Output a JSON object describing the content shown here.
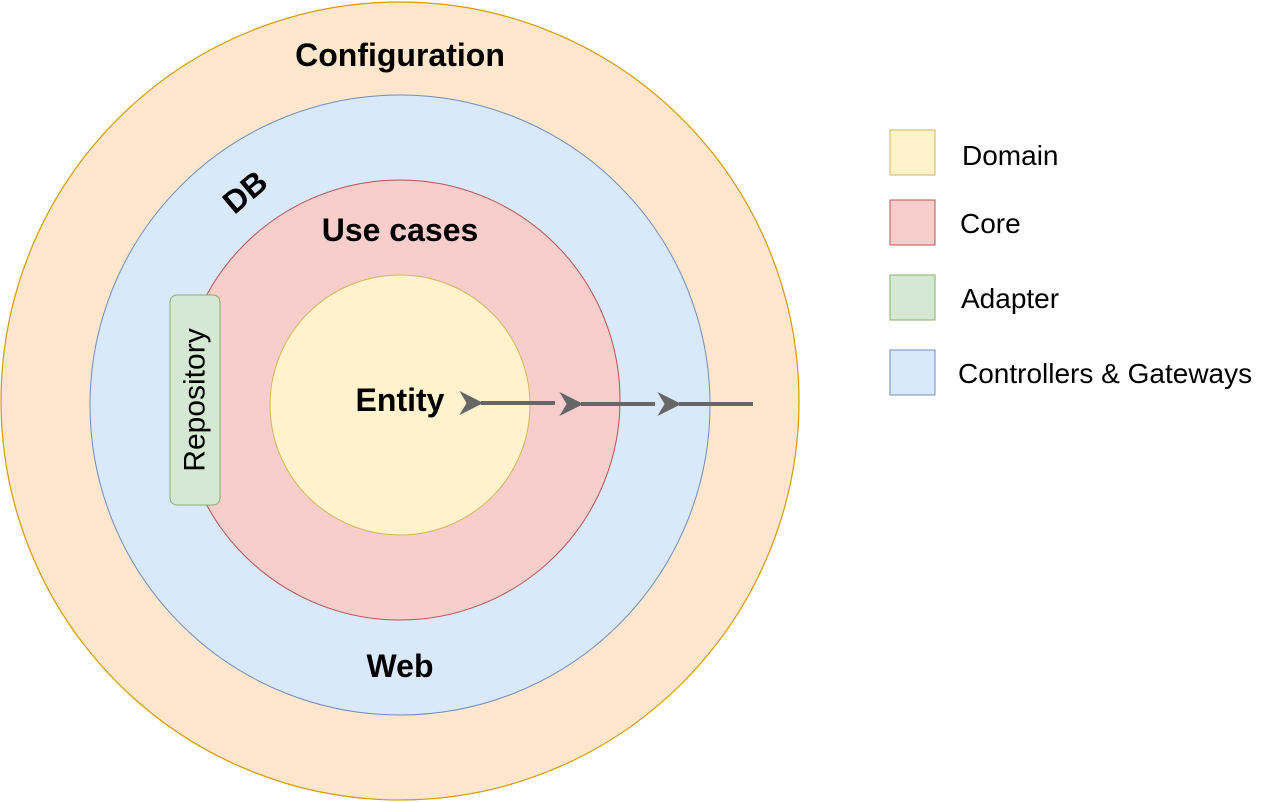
{
  "colors": {
    "configuration_fill": "#ffe6cc",
    "configuration_stroke": "#d79b00",
    "controllers_fill": "#dae8fc",
    "controllers_stroke": "#6c8ebf",
    "core_fill": "#f8cecc",
    "core_stroke": "#b85450",
    "domain_fill": "#fff2cc",
    "domain_stroke": "#d6b656",
    "adapter_fill": "#d5e8d4",
    "adapter_stroke": "#82b366",
    "arrow": "#666666"
  },
  "rings": {
    "configuration": {
      "label": "Configuration"
    },
    "db": {
      "label": "DB"
    },
    "web": {
      "label": "Web"
    },
    "use_cases": {
      "label": "Use cases"
    },
    "entity": {
      "label": "Entity"
    }
  },
  "adapter": {
    "label": "Repository"
  },
  "dependency_arrows": {
    "count": 3,
    "direction": "inward"
  },
  "legend": {
    "items": [
      {
        "key": "domain",
        "label": "Domain",
        "icon": "yellow-swatch"
      },
      {
        "key": "core",
        "label": "Core",
        "icon": "red-swatch"
      },
      {
        "key": "adapter",
        "label": "Adapter",
        "icon": "green-swatch"
      },
      {
        "key": "controllers",
        "label": "Controllers & Gateways",
        "icon": "blue-swatch"
      }
    ]
  }
}
